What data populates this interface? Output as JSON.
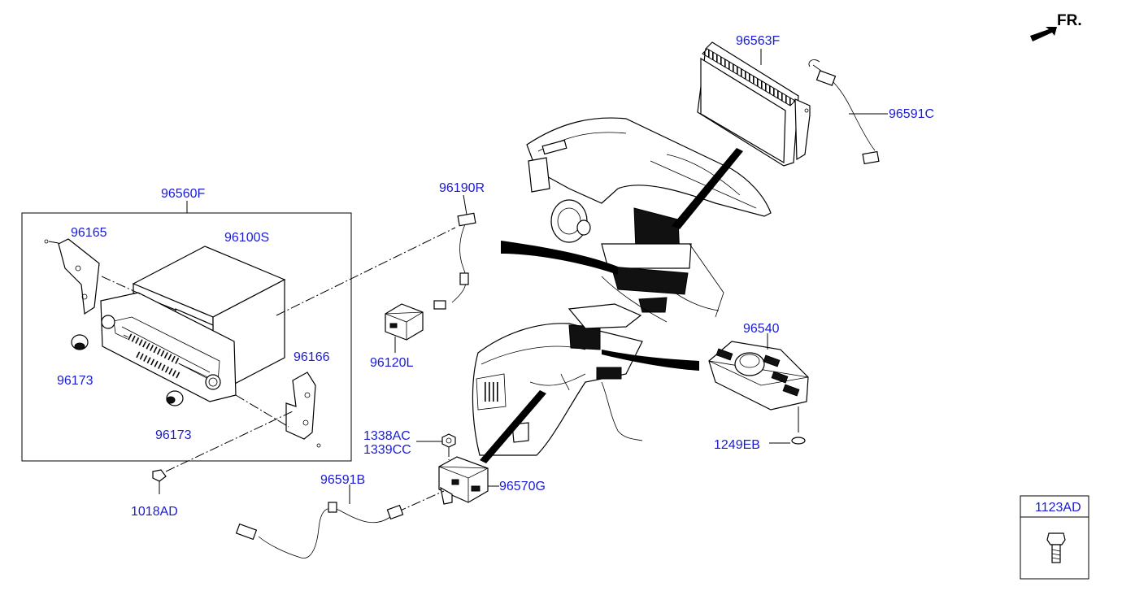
{
  "direction": {
    "label": "FR.",
    "icon": "front-direction-arrow-icon"
  },
  "parts": {
    "p96563F": "96563F",
    "p96591C": "96591C",
    "p96560F": "96560F",
    "p96165": "96165",
    "p96100S": "96100S",
    "p96190R": "96190R",
    "p96120L": "96120L",
    "p96173_a": "96173",
    "p96173_b": "96173",
    "p96166": "96166",
    "p96540": "96540",
    "p1338AC": "1338AC",
    "p1339CC": "1339CC",
    "p1249EB": "1249EB",
    "p96570G": "96570G",
    "p96591B": "96591B",
    "p1018AD": "1018AD"
  },
  "legend_box": {
    "part_number": "1123AD",
    "icon": "bolt-icon"
  }
}
